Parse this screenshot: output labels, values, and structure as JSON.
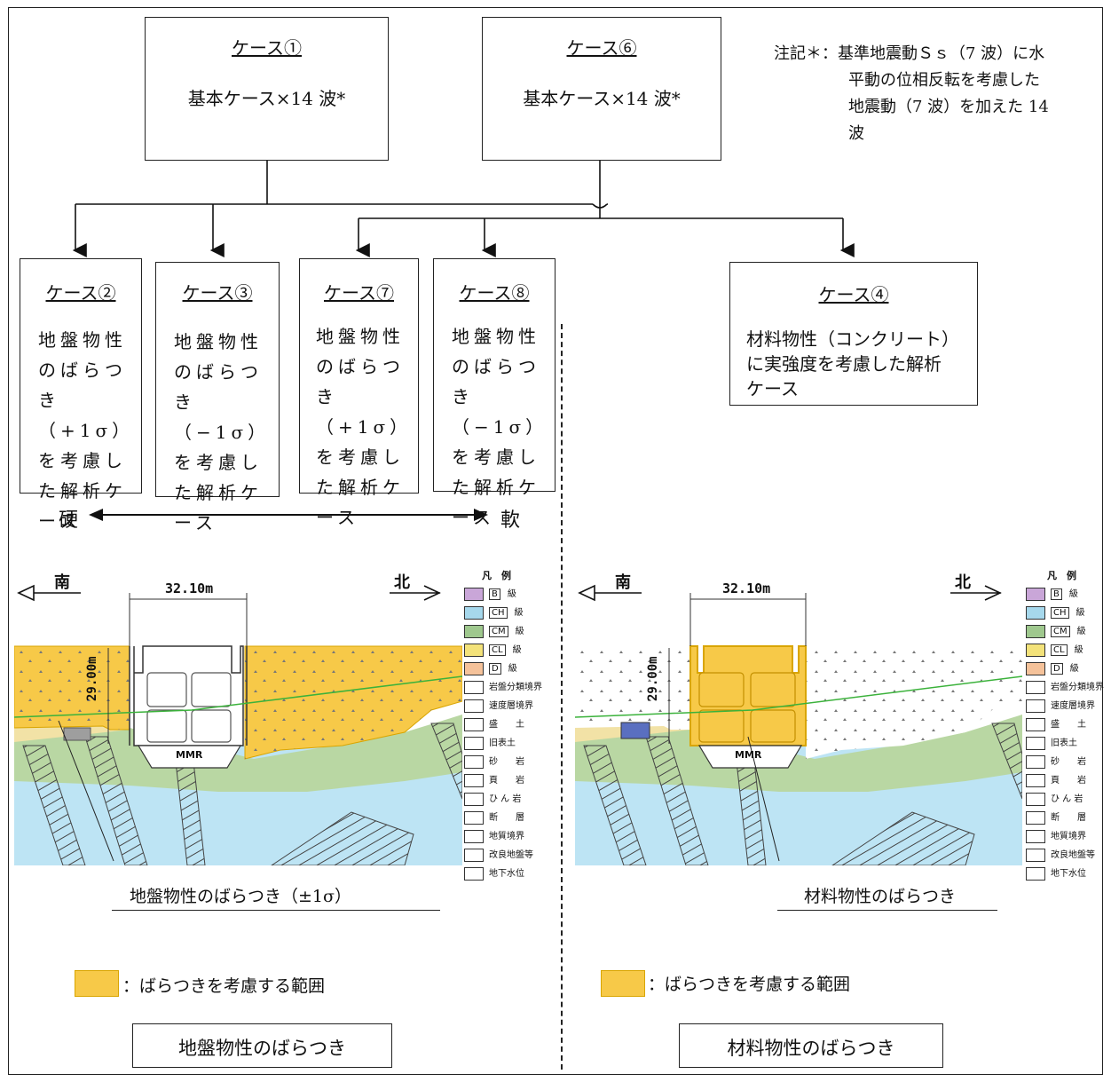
{
  "note": {
    "line1": "注記＊：基準地震動Ｓｓ（7 波）に水",
    "line2": "平動の位相反転を考慮した",
    "line3": "地震動（7 波）を加えた 14",
    "line4": "波"
  },
  "top_cases": [
    {
      "title": "ケース①",
      "text": "基本ケース×14 波*"
    },
    {
      "title": "ケース⑥",
      "text": "基本ケース×14 波*"
    }
  ],
  "sub_cases": [
    {
      "title": "ケース②",
      "lines": [
        "地盤物性",
        "のばらつ",
        "き（+1σ）",
        "を考慮し",
        "た解析ケ",
        "ース"
      ]
    },
    {
      "title": "ケース③",
      "lines": [
        "地盤物性",
        "のばらつ",
        "き（−1σ）",
        "を考慮し",
        "た解析ケ",
        "ース"
      ]
    },
    {
      "title": "ケース⑦",
      "lines": [
        "地盤物性",
        "のばらつ",
        "き（+1σ）",
        "を考慮し",
        "た解析ケ",
        "ース"
      ]
    },
    {
      "title": "ケース⑧",
      "lines": [
        "地盤物性",
        "のばらつ",
        "き（−1σ）",
        "を考慮し",
        "た解析ケ",
        "ース"
      ]
    }
  ],
  "case4": {
    "title": "ケース④",
    "lines": [
      "材料物性（コンクリート）",
      "に実強度を考慮した解析",
      "ケース"
    ]
  },
  "scale": {
    "hard": "硬",
    "soft": "軟"
  },
  "sections": [
    {
      "south": "南",
      "north": "北",
      "width": "32.10m",
      "depth": "29.00m",
      "mmr": "MMR",
      "callout": "地盤物性のばらつき（±1σ）",
      "range_label": "：ばらつきを考慮する範囲",
      "caption": "地盤物性のばらつき"
    },
    {
      "south": "南",
      "north": "北",
      "width": "32.10m",
      "depth": "29.00m",
      "mmr": "MMR",
      "callout": "材料物性のばらつき",
      "range_label": "：ばらつきを考慮する範囲",
      "caption": "材料物性のばらつき"
    }
  ],
  "legend": {
    "title": "凡　例",
    "items": [
      {
        "sym": "B",
        "label": "級",
        "color": "#c9a6d8"
      },
      {
        "sym": "CH",
        "label": "級",
        "color": "#a6d8ec"
      },
      {
        "sym": "CM",
        "label": "級",
        "color": "#9fc88e"
      },
      {
        "sym": "CL",
        "label": "級",
        "color": "#f3e27a"
      },
      {
        "sym": "D",
        "label": "級",
        "color": "#f5c29a"
      },
      {
        "sym": "",
        "label": "岩盤分類境界"
      },
      {
        "sym": "",
        "label": "速度層境界"
      },
      {
        "sym": "",
        "label": "盛　　土"
      },
      {
        "sym": "",
        "label": "旧表土"
      },
      {
        "sym": "",
        "label": "砂　　岩"
      },
      {
        "sym": "",
        "label": "頁　　岩"
      },
      {
        "sym": "",
        "label": "ひ ん 岩"
      },
      {
        "sym": "",
        "label": "断　　層"
      },
      {
        "sym": "",
        "label": "地質境界"
      },
      {
        "sym": "",
        "label": "改良地盤等"
      },
      {
        "sym": "",
        "label": "地下水位"
      }
    ]
  },
  "colors": {
    "highlight": "#f7c948",
    "water": "#bde4f4",
    "green": "#b9d7a3",
    "sand": "#f2e2a6"
  }
}
